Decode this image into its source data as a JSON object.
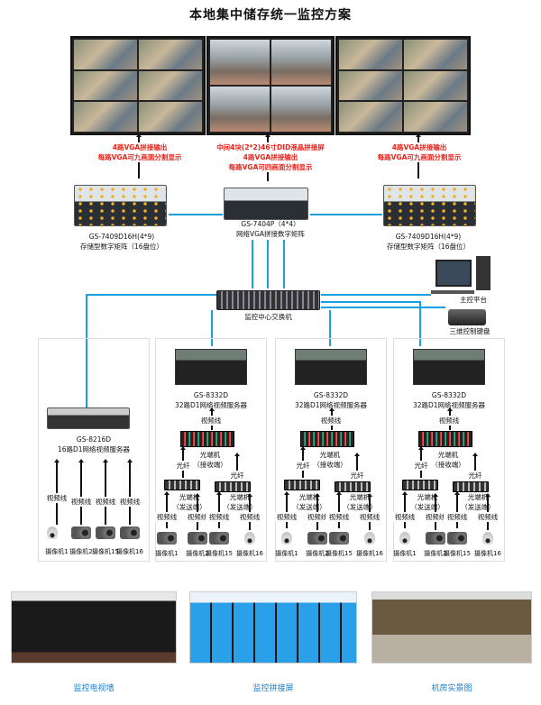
{
  "title": "本地集中储存统一监控方案",
  "top": {
    "left_note": [
      "4路VGA拼接输出",
      "每路VGA可九画面分割显示"
    ],
    "center_note": [
      "中间4块(2*2)46寸DID液晶拼接屏",
      "4路VGA拼接输出",
      "每路VGA可四画面分割显示"
    ],
    "right_note": [
      "4路VGA拼接输出",
      "每路VGA可九画面分割显示"
    ],
    "left_server": {
      "model": "GS-7409D16H(4*9)",
      "desc": "存储型数字矩阵（16盘位）"
    },
    "center_server": {
      "model": "GS-7404P（4*4）",
      "desc": "网络VGA拼接数字矩阵"
    },
    "right_server": {
      "model": "GS-7409D16H(4*9)",
      "desc": "存储型数字矩阵（16盘位）"
    },
    "switch_label": "监控中心交换机",
    "pc_label": "主控平台",
    "keyboard_label": "三维控制键盘"
  },
  "panel1": {
    "model": "GS-8216D",
    "desc": "16路D1网络视频服务器",
    "cable": "视频线",
    "cameras": [
      "摄像机1",
      "摄像机2",
      "摄像机15",
      "摄像机16"
    ]
  },
  "panels": [
    {
      "model": "GS-8332D",
      "desc": "32路D1网络视频服务器",
      "cable": "视频线",
      "receiver": [
        "光端机",
        "（接收端）"
      ],
      "fiber": "光纤",
      "sender": [
        "光端机",
        "（发送端）"
      ],
      "cameras": [
        "摄像机1",
        "摄像机2",
        "摄像机15",
        "摄像机16"
      ],
      "camera_types": [
        "bullet",
        "bullet",
        "bullet",
        "dome"
      ]
    },
    {
      "model": "GS-8332D",
      "desc": "32路D1网络视频服务器",
      "cable": "视频线",
      "receiver": [
        "光端机",
        "（接收端）"
      ],
      "fiber": "光纤",
      "sender": [
        "光端机",
        "（发送端）"
      ],
      "cameras": [
        "摄像机1",
        "摄像机2",
        "摄像机15",
        "摄像机16"
      ],
      "camera_types": [
        "dome",
        "bullet",
        "bullet",
        "dome"
      ]
    },
    {
      "model": "GS-8332D",
      "desc": "32路D1网络视频服务器",
      "cable": "视频线",
      "receiver": [
        "光端机",
        "（接收端）"
      ],
      "fiber": "光纤",
      "sender": [
        "光端机",
        "（发送端）"
      ],
      "cameras": [
        "摄像机1",
        "摄像机2",
        "摄像机15",
        "摄像机16"
      ],
      "camera_types": [
        "dome",
        "bullet",
        "bullet",
        "dome"
      ]
    }
  ],
  "photos": [
    "监控电视墙",
    "监控拼接屏",
    "机房实景图"
  ],
  "colors": {
    "accent_line": "#1aa0e0",
    "note_red": "#e8231b",
    "caption_blue": "#1a7fd0"
  }
}
